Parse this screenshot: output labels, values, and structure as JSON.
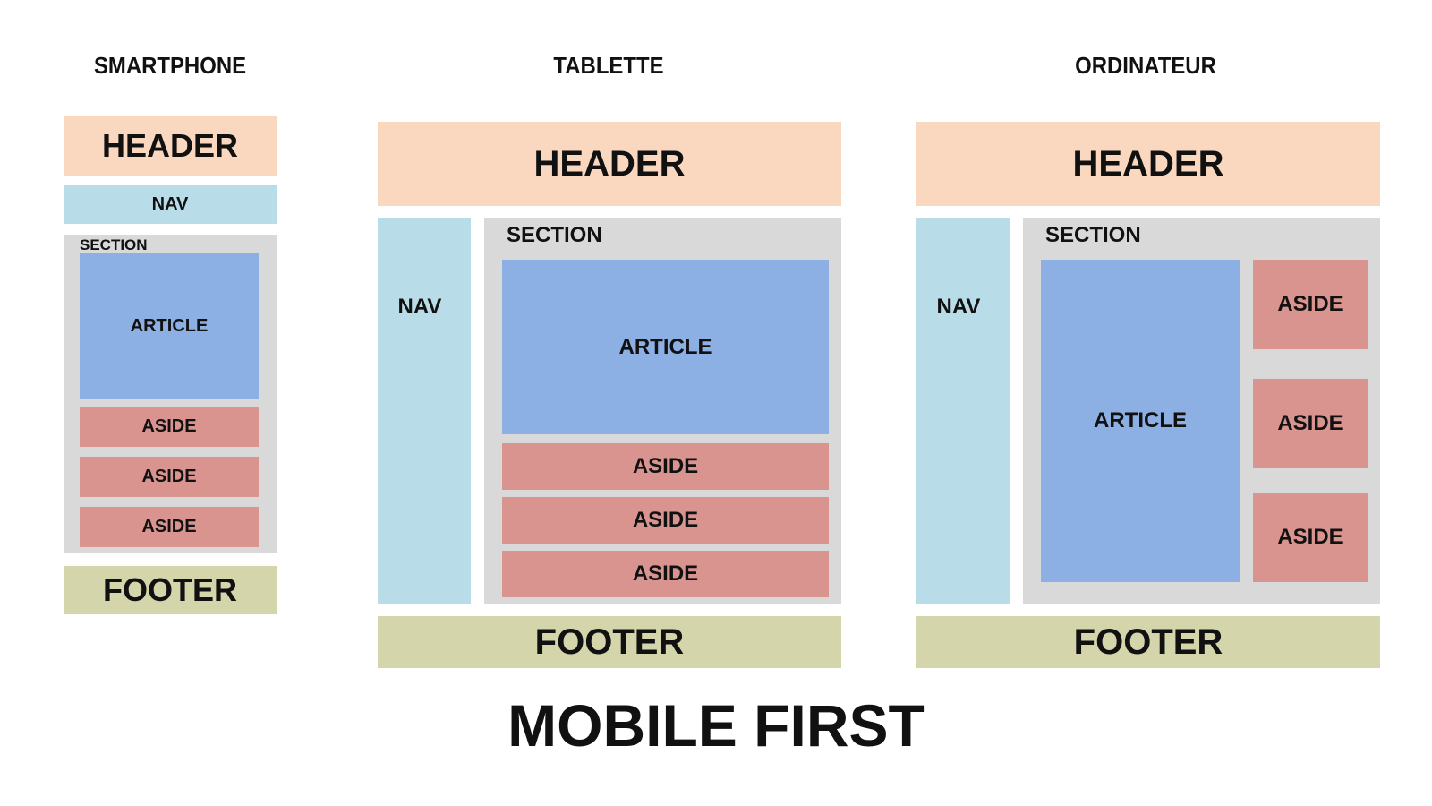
{
  "columns": {
    "smartphone": "SMARTPHONE",
    "tablette": "TABLETTE",
    "ordinateur": "ORDINATEUR"
  },
  "labels": {
    "header": "HEADER",
    "nav": "NAV",
    "section": "SECTION",
    "article": "ARTICLE",
    "aside": "ASIDE",
    "footer": "FOOTER"
  },
  "caption": "MOBILE FIRST",
  "colors": {
    "header": "#fad7bf",
    "nav": "#b8dde8",
    "section": "#d9d9d9",
    "article": "#8db0e4",
    "aside": "#da9490",
    "footer": "#d4d5aa"
  }
}
